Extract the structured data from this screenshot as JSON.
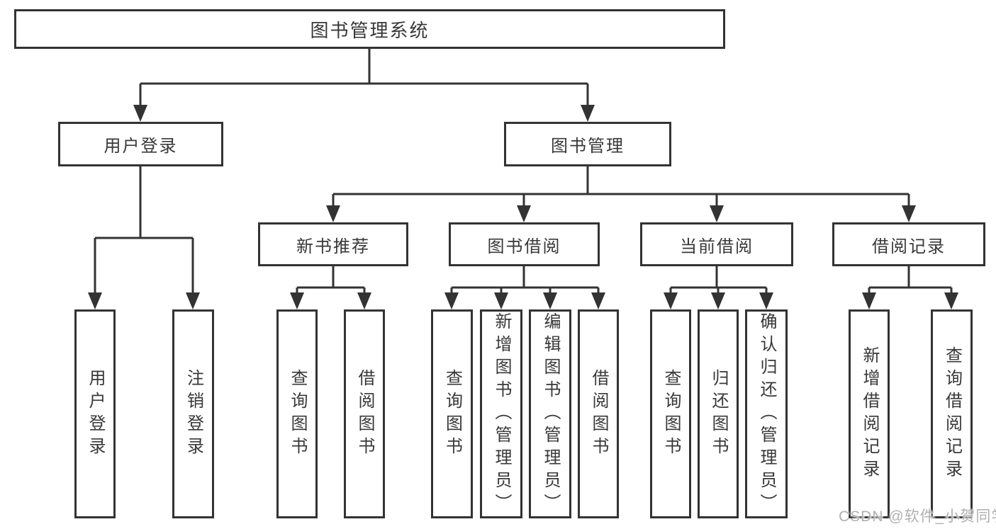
{
  "title": "图书管理系统",
  "branches": {
    "user_login": {
      "label": "用户登录",
      "children": [
        "用户登录",
        "注销登录"
      ]
    },
    "book_mgmt": {
      "label": "图书管理",
      "sections": [
        {
          "label": "新书推荐",
          "children": [
            "查询图书",
            "借阅图书"
          ]
        },
        {
          "label": "图书借阅",
          "children": [
            "查询图书",
            "新增图书（管理员）",
            "编辑图书（管理员）",
            "借阅图书"
          ]
        },
        {
          "label": "当前借阅",
          "children": [
            "查询图书",
            "归还图书",
            "确认归还（管理员）"
          ]
        },
        {
          "label": "借阅记录",
          "children": [
            "新增借阅记录",
            "查询借阅记录"
          ]
        }
      ]
    }
  },
  "watermark": "CSDN @软件_小贺同学",
  "colors": {
    "line": "#333333",
    "text": "#383838",
    "box_background": "#ffffff",
    "watermark": "#b0b0b0",
    "background": "#ffffff"
  }
}
